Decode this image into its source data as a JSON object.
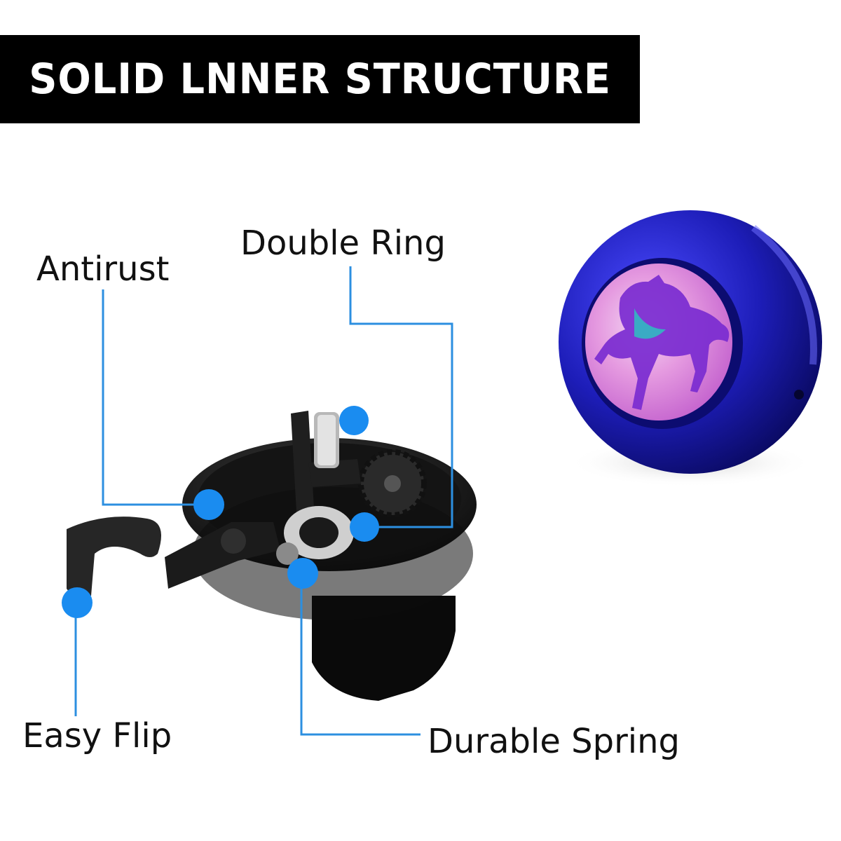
{
  "title": "SOLID LNNER STRUCTURE",
  "callouts": {
    "antirust": "Antirust",
    "double_ring": "Double Ring",
    "easy_flip": "Easy Flip",
    "durable_spring": "Durable Spring"
  },
  "colors": {
    "banner_bg": "#000000",
    "banner_text": "#ffffff",
    "callout_line": "#2c8fe0",
    "callout_dot": "#1a8cf0",
    "bell_cap": "#1f1fb0",
    "bell_base": "#111111"
  },
  "icons": {
    "callout_marker": "dot-icon",
    "product": "unicorn-bell-cap"
  }
}
